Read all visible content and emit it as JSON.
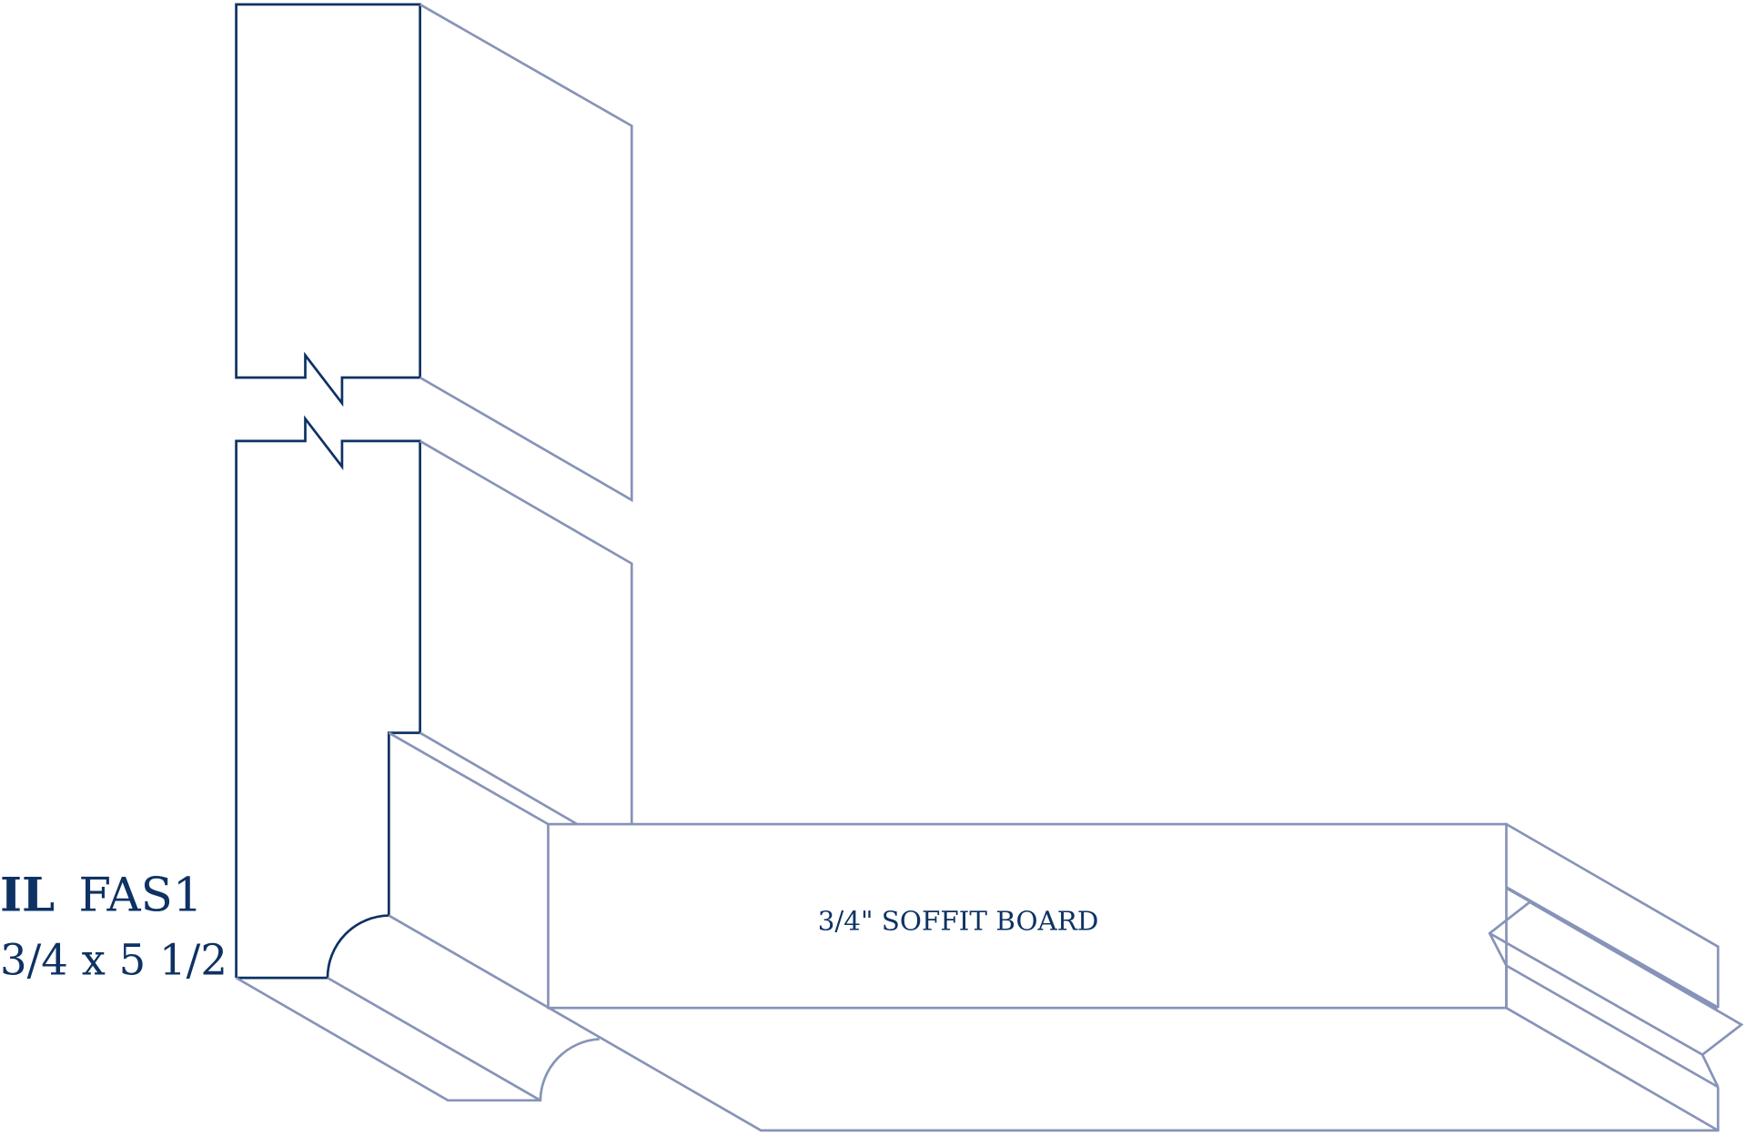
{
  "title": {
    "prefix": "IL",
    "code": "FAS1",
    "dimensions": "3/4 x 5 1/2"
  },
  "annotation": "3/4\" SOFFIT BOARD",
  "colors": {
    "profile": "#0d3263",
    "lines": "#8793b8"
  }
}
